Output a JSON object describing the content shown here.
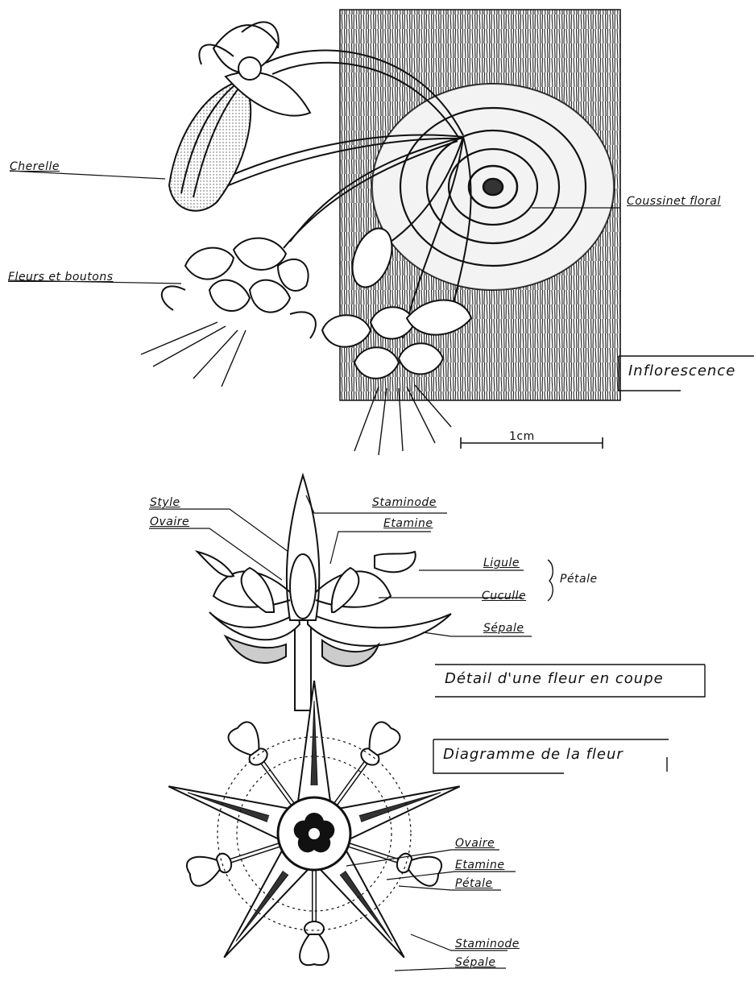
{
  "inflorescence": {
    "title": "Inflorescence",
    "labels": {
      "cherelle": "Cherelle",
      "coussinet": "Coussinet floral",
      "fleurs": "Fleurs et boutons"
    },
    "scale": "1cm"
  },
  "coupe": {
    "title": "Détail d'une fleur en coupe",
    "labels": {
      "style": "Style",
      "ovaire": "Ovaire",
      "staminode": "Staminode",
      "etamine": "Etamine",
      "ligule": "Ligule",
      "cuculle": "Cuculle",
      "petale": "Pétale",
      "sepale": "Sépale"
    }
  },
  "diagramme": {
    "title": "Diagramme de la fleur",
    "labels": {
      "ovaire": "Ovaire",
      "etamine": "Etamine",
      "petale": "Pétale",
      "staminode": "Staminode",
      "sepale": "Sépale"
    }
  },
  "colors": {
    "ink": "#111111",
    "paper": "#ffffff"
  }
}
